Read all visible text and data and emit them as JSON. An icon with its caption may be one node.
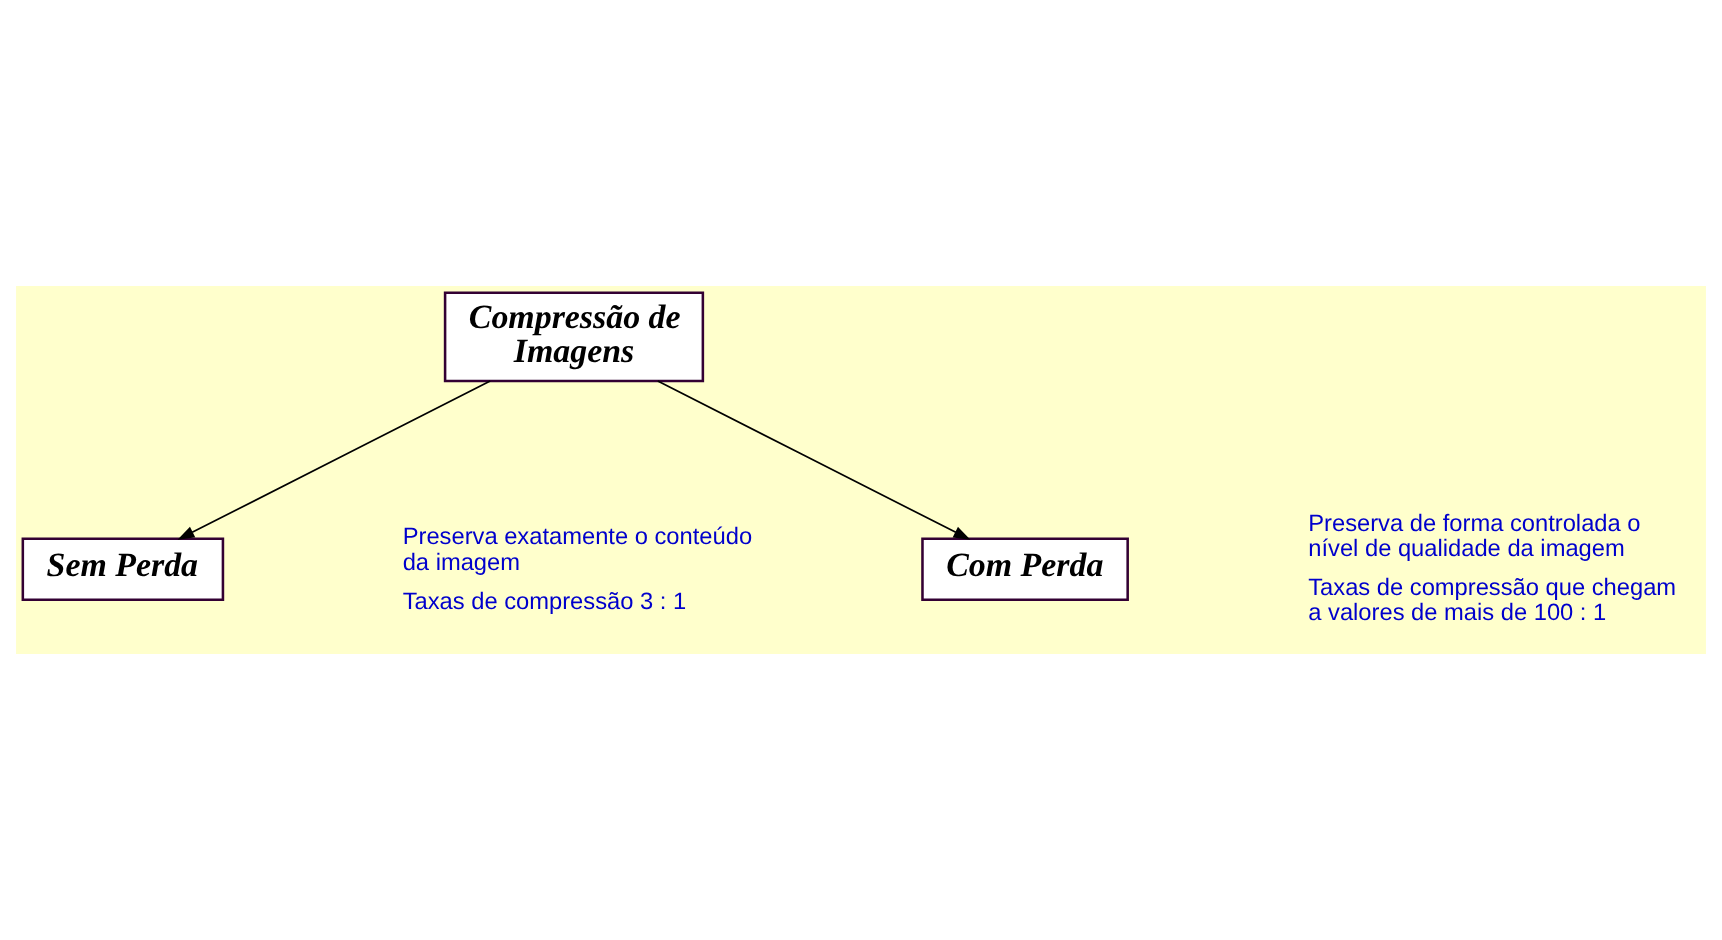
{
  "diagram": {
    "nodes": [
      {
        "text": [
          "Compressão de Imagens"
        ]
      },
      {
        "text": [
          "Sem Perda"
        ],
        "beside": [
          "Preserva exatamente o conteúdo da imagem",
          "Taxas de compressão 3 : 1"
        ]
      },
      {
        "text": [
          "Com Perda"
        ],
        "beside": [
          "Preserva de forma controlada o nível de qualidade da imagem",
          "Taxas de compressão que chegam a valores de mais de 100 : 1"
        ]
      }
    ],
    "edges": [
      {
        "from": 0,
        "to": 1,
        "arrow": "to"
      },
      {
        "from": 0,
        "to": 2,
        "arrow": "to"
      }
    ]
  }
}
